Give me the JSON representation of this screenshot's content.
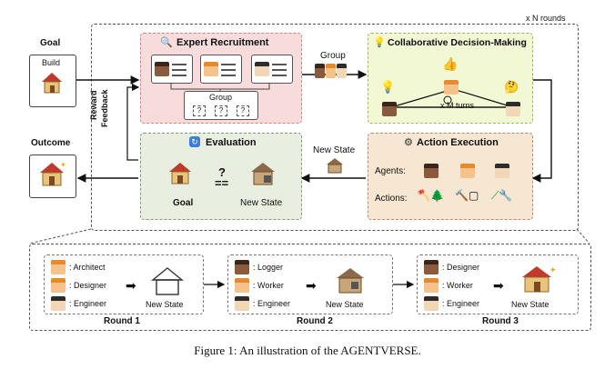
{
  "rounds_label": "x N rounds",
  "left": {
    "goal_title": "Goal",
    "goal_box_label": "Build",
    "outcome_title": "Outcome",
    "feedback_label_1": "Reward",
    "feedback_label_2": "Feedback"
  },
  "recruitment": {
    "title": "Expert Recruitment",
    "group_label": "Group",
    "placeholders": [
      "?",
      "?",
      "?"
    ],
    "arrow_label": "Group"
  },
  "decision": {
    "title": "Collaborative Decision-Making",
    "turns_label": "x M turns"
  },
  "evaluation": {
    "title": "Evaluation",
    "goal_label": "Goal",
    "state_label": "New State",
    "compare_symbol": "==",
    "question_symbol": "?"
  },
  "execution": {
    "title": "Action Execution",
    "agents_label": "Agents:",
    "actions_label": "Actions:",
    "arrow_label": "New State"
  },
  "bottom_rounds": [
    {
      "title": "Round 1",
      "roles": [
        ": Architect",
        ": Designer",
        ": Engineer"
      ],
      "state_label": "New State"
    },
    {
      "title": "Round 2",
      "roles": [
        ": Logger",
        ": Worker",
        ": Engineer"
      ],
      "state_label": "New State"
    },
    {
      "title": "Round 3",
      "roles": [
        ": Designer",
        ": Worker",
        ": Engineer"
      ],
      "state_label": "New State"
    }
  ],
  "caption": "Figure 1: An illustration of the AGENTVERSE."
}
